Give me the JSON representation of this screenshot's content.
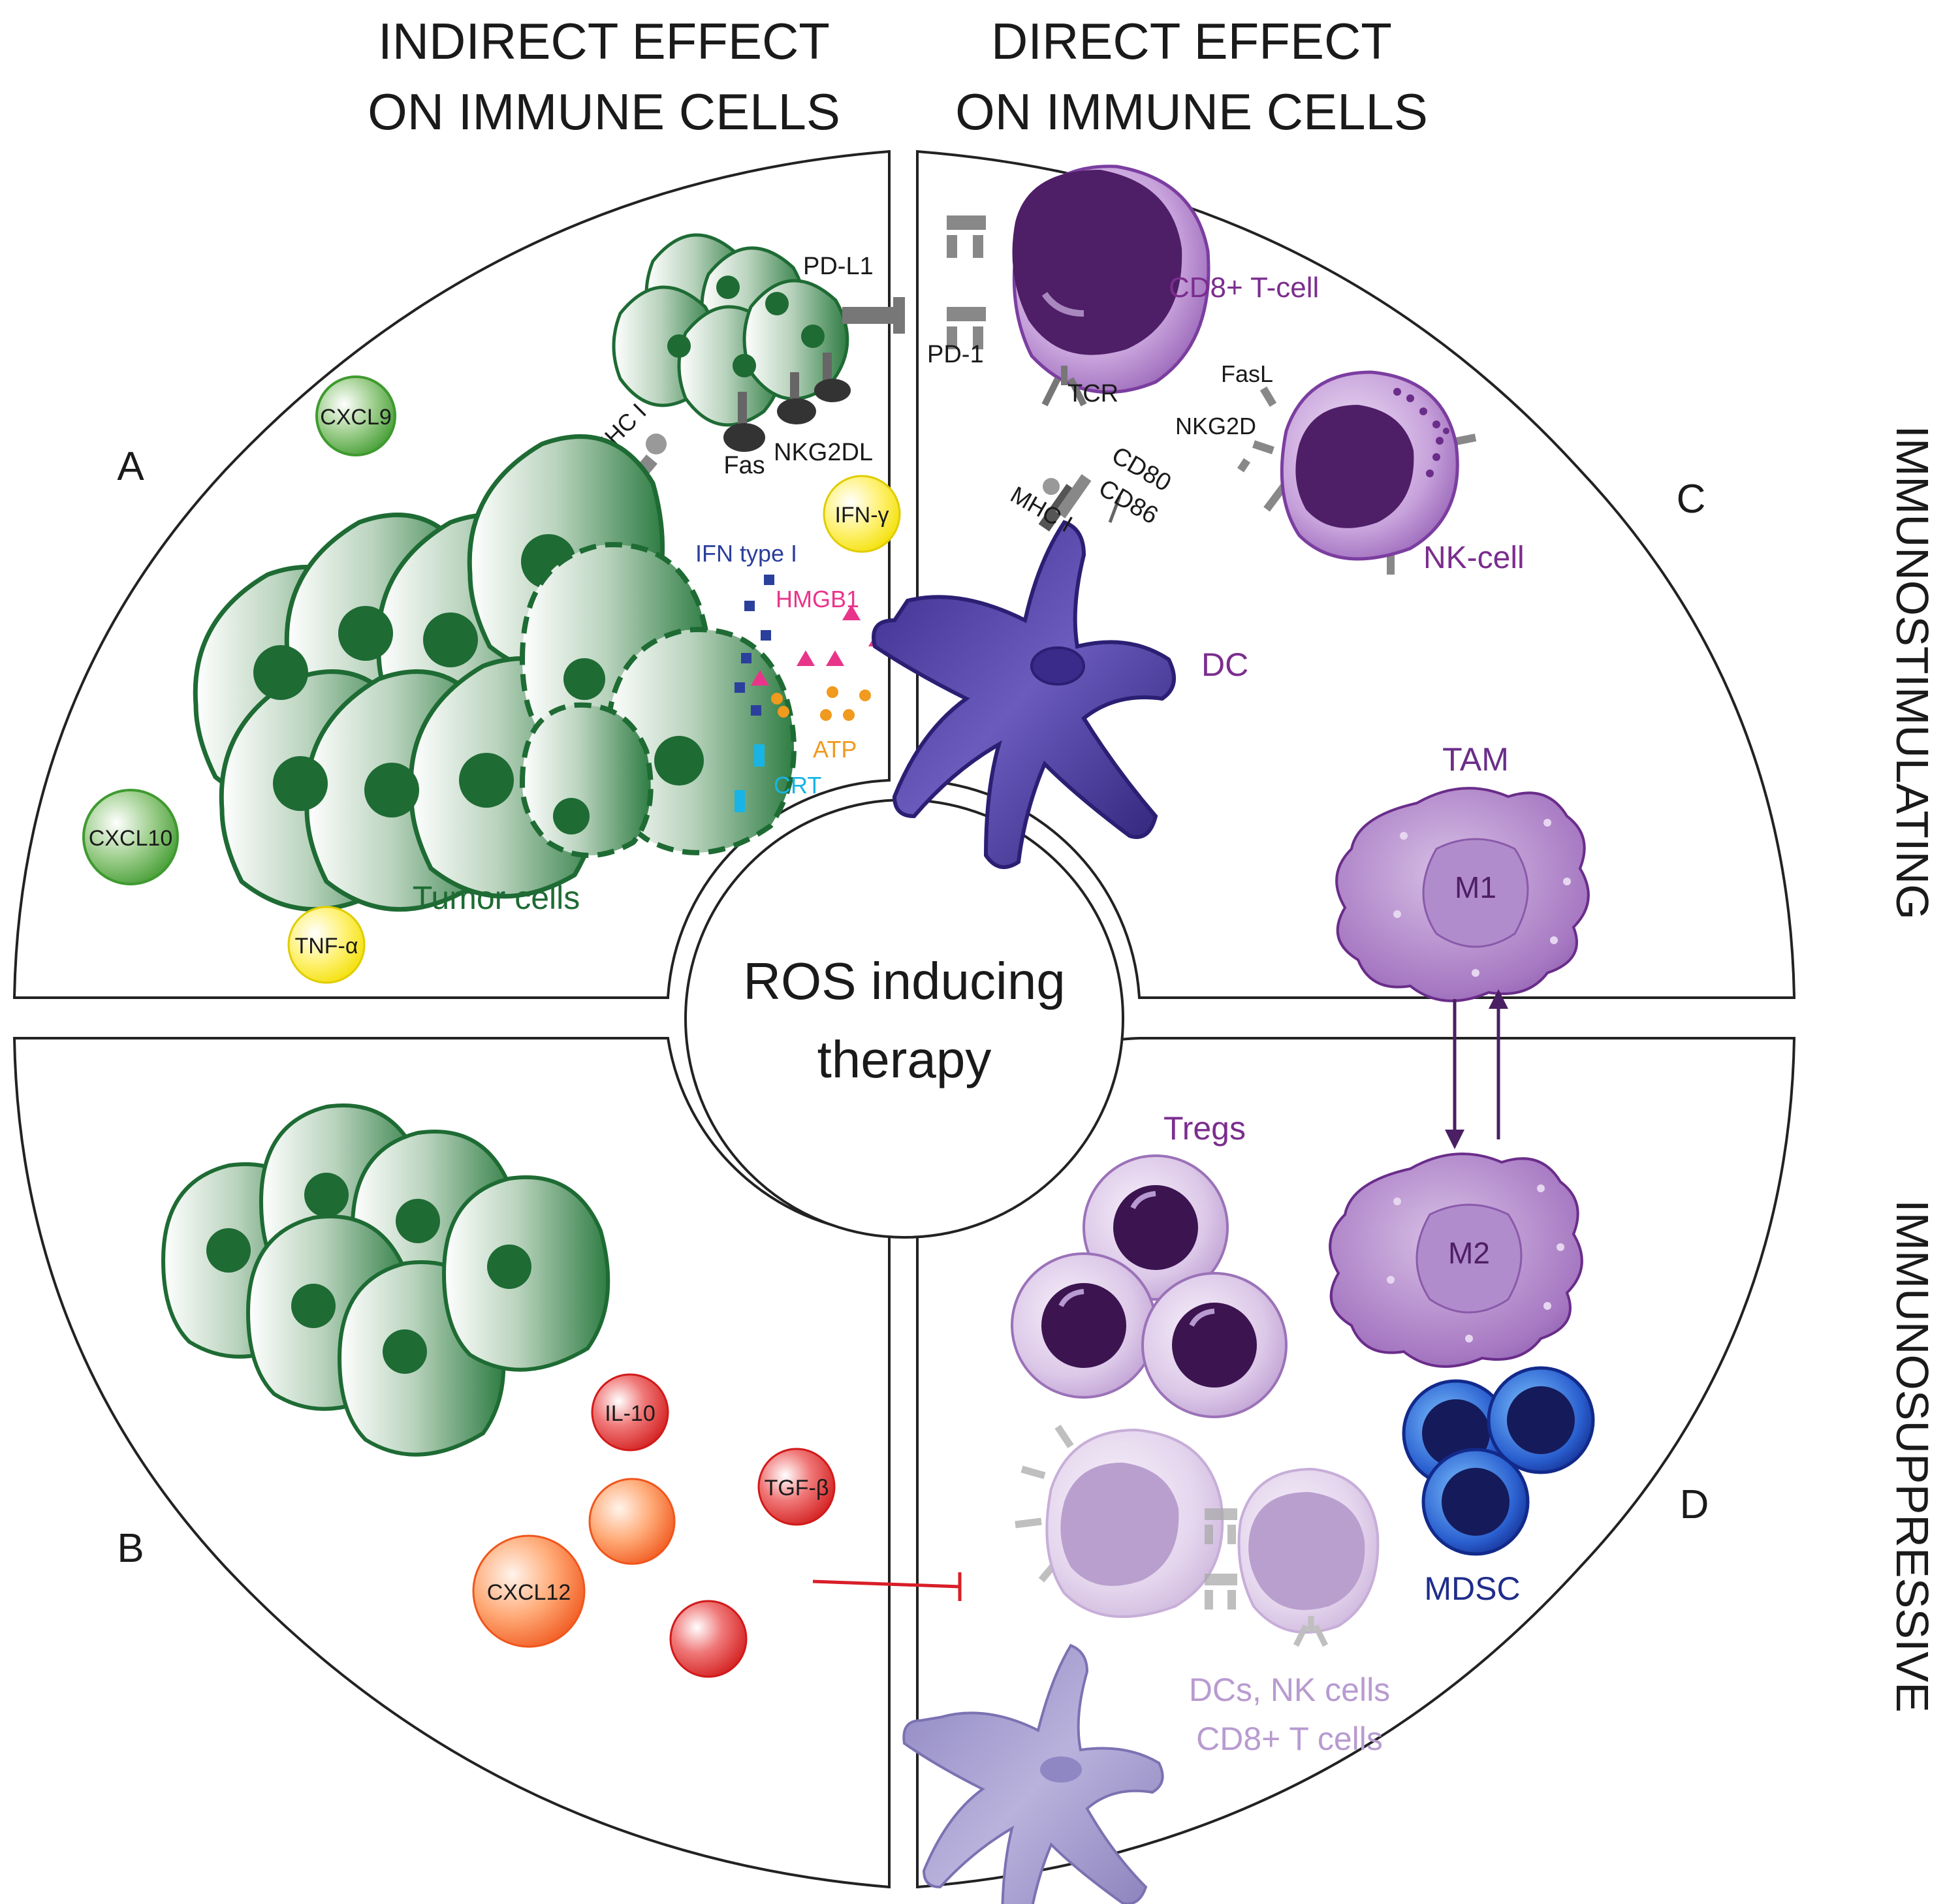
{
  "headers": {
    "indirect": [
      "INDIRECT EFFECT",
      "ON IMMUNE CELLS"
    ],
    "direct": [
      "DIRECT EFFECT",
      "ON IMMUNE CELLS"
    ]
  },
  "side_labels": {
    "top": "IMMUNOSTIMULATING",
    "bottom": "IMMUNOSUPPRESSIVE"
  },
  "panel_letters": {
    "a": "A",
    "b": "B",
    "c": "C",
    "d": "D"
  },
  "center": [
    "ROS inducing",
    "therapy"
  ],
  "panel_a": {
    "tumor_cells": "Tumor cells",
    "cxcl9": "CXCL9",
    "cxcl10": "CXCL10",
    "tnf_alpha": "TNF-α",
    "ifn_gamma": "IFN-γ",
    "mhc1": "MHC I",
    "pd_l1": "PD-L1",
    "fas": "Fas",
    "nkg2dl": "NKG2DL",
    "ifn_type1": "IFN type I",
    "hmgb1": "HMGB1",
    "atp": "ATP",
    "crt": "CRT"
  },
  "panel_b": {
    "il10": "IL-10",
    "tgf_beta": "TGF-β",
    "cxcl12": "CXCL12"
  },
  "panel_c": {
    "cd8_tcell": "CD8+ T-cell",
    "pd1": "PD-1",
    "tcr": "TCR",
    "fasl": "FasL",
    "nkg2d": "NKG2D",
    "nk_cell": "NK-cell",
    "cd80": "CD80",
    "cd86": "CD86",
    "mhc1": "MHC I",
    "dc": "DC",
    "tam": "TAM",
    "m1": "M1"
  },
  "panel_d": {
    "m2": "M2",
    "tregs": "Tregs",
    "mdsc": "MDSC",
    "suppressed_line1": "DCs, NK cells",
    "suppressed_line2": "CD8+ T cells"
  },
  "colors": {
    "tumor_green": "#1e6b34",
    "purple_label": "#7b2d8e",
    "tam_purple": "#6a2d8a",
    "ifn_type1_blue": "#2b3f9c",
    "hmgb1_pink": "#e8358a",
    "atp_orange": "#f09a1e",
    "crt_cyan": "#19b4e6",
    "mdsc_blue": "#1f2d8a",
    "inhibit_red": "#d81e28",
    "suppressed_lilac": "#b89bd0"
  }
}
